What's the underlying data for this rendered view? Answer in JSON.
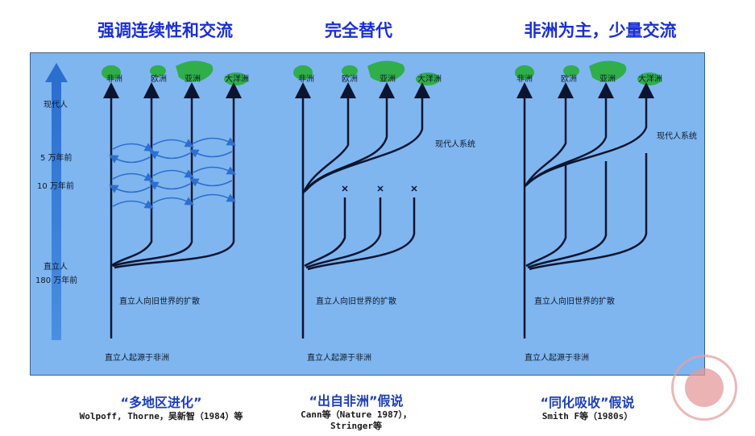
{
  "titles": [
    "强调连续性和交流",
    "完全替代",
    "非洲为主，少量交流"
  ],
  "continents": [
    "非洲",
    "欧洲",
    "亚洲",
    "大洋洲"
  ],
  "axis": {
    "modern": "现代人",
    "wan5": "5 万年前",
    "wan10": "10 万年前",
    "erectus": "直立人",
    "wan180": "180 万年前"
  },
  "panels": [
    {
      "dispersal": "直立人向旧世界的扩散",
      "origin": "直立人起源于非洲"
    },
    {
      "dispersal": "直立人向旧世界的扩散",
      "origin": "直立人起源于非洲",
      "modern_system": "现代人系统"
    },
    {
      "dispersal": "直立人向旧世界的扩散",
      "origin": "直立人起源于非洲",
      "modern_system": "现代人系统"
    }
  ],
  "captions": [
    {
      "title": "“多地区进化”",
      "sub": [
        "Wolpoff, Thorne，吴新智（1984）等"
      ]
    },
    {
      "title": "“出自非洲”假说",
      "sub": [
        "Cann等（Nature 1987），",
        "Stringer等"
      ]
    },
    {
      "title": "“同化吸收”假说",
      "sub": [
        "Smith F等（1980s）"
      ]
    }
  ],
  "colors": {
    "panel": "#7fb6f0",
    "title": "#1a2fd6",
    "line": "#0b1530",
    "arrow_blue": "#2e6fd0",
    "land": "#2fae4a"
  }
}
